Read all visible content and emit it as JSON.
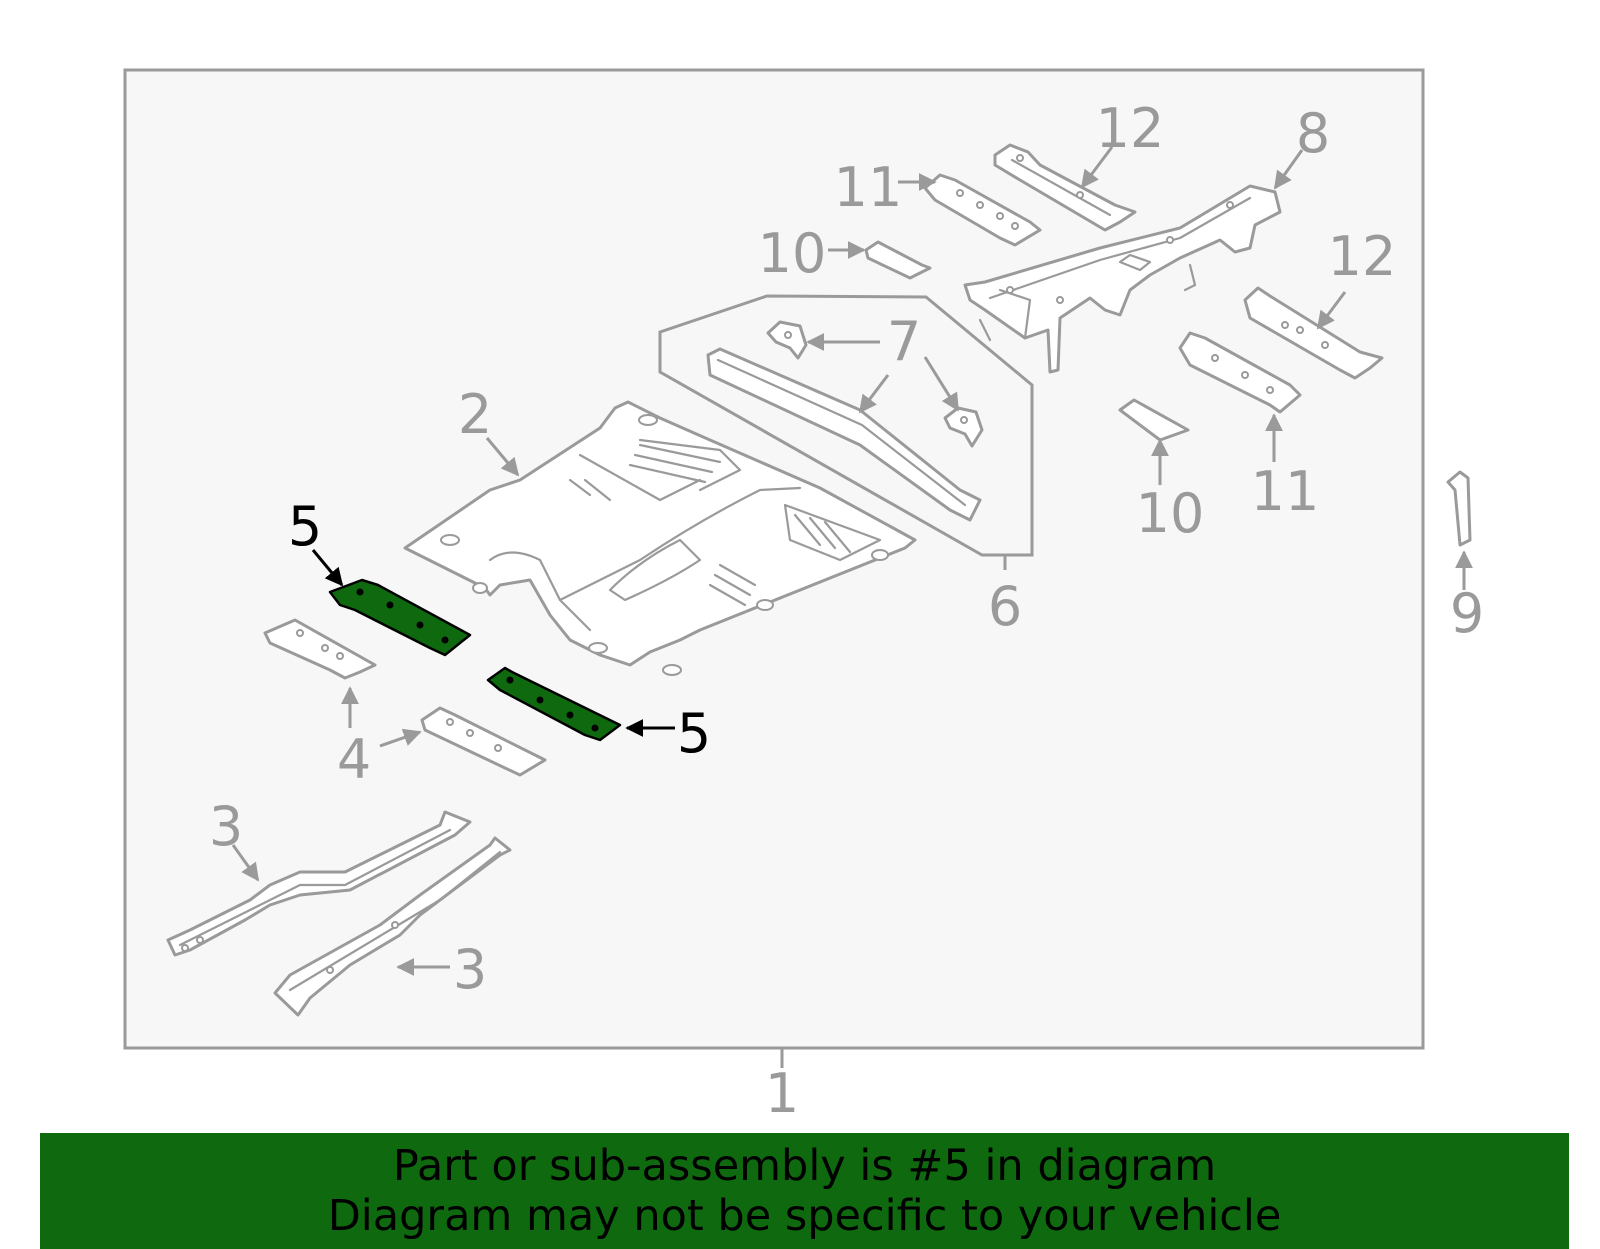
{
  "callouts": {
    "c1": "1",
    "c2": "2",
    "c3a": "3",
    "c3b": "3",
    "c4": "4",
    "c5a": "5",
    "c5b": "5",
    "c6": "6",
    "c7": "7",
    "c8": "8",
    "c9": "9",
    "c10a": "10",
    "c10b": "10",
    "c11a": "11",
    "c11b": "11",
    "c12a": "12",
    "c12b": "12"
  },
  "highlighted_part": "5",
  "banner": {
    "line1": "Part or sub-assembly is #5 in diagram",
    "line2": "Diagram may not be specific to your vehicle"
  },
  "colors": {
    "highlight": "#0f6a0f",
    "banner": "#0f6a0f",
    "line": "#9a9a9a",
    "frame_fill": "#f7f7f7"
  }
}
